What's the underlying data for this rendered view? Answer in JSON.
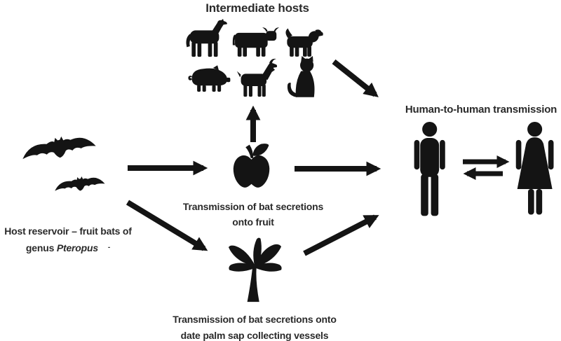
{
  "figure": {
    "background_color": "#ffffff",
    "ink_color": "#141414",
    "text_color": "#2a2a2a"
  },
  "labels": {
    "intermediate_hosts": "Intermediate hosts",
    "human_to_human": "Human-to-human transmission",
    "host_reservoir_line1": "Host reservoir – fruit bats of",
    "host_reservoir_genus_prefix": "genus ",
    "host_reservoir_genus_italic": "Pteropus",
    "host_reservoir_trailing_mark": "-",
    "fruit_transmission_line1": "Transmission of bat secretions",
    "fruit_transmission_line2": "onto fruit",
    "palm_transmission_line1": "Transmission of bat secretions onto",
    "palm_transmission_line2": "date palm sap collecting vessels"
  },
  "icons": {
    "bat-icon": "black flying fruit-bat silhouette (large + small)",
    "horse-icon": "black horse silhouette",
    "cow-icon": "black cow silhouette with horns",
    "dog-icon": "black dog silhouette",
    "pig-icon": "black pig silhouette",
    "goat-icon": "black goat silhouette",
    "cat-icon": "black sitting cat silhouette",
    "apple-icon": "black apple with stem and leaf",
    "palm-tree-icon": "black date palm tree silhouette",
    "man-icon": "black standing man pictogram",
    "woman-icon": "black standing woman pictogram",
    "arrow-icon": "thick black transmission arrows"
  }
}
